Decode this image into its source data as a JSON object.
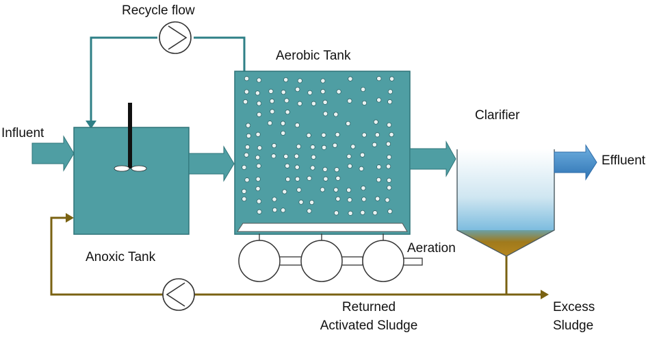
{
  "labels": {
    "recycle_flow": "Recycle flow",
    "aerobic_tank": "Aerobic Tank",
    "influent": "Influent",
    "clarifier": "Clarifier",
    "effluent": "Effluent",
    "anoxic_tank": "Anoxic Tank",
    "aeration": "Aeration",
    "returned_line1": "Returned",
    "returned_line2": "Activated Sludge",
    "excess_line1": "Excess",
    "excess_line2": "Sludge"
  },
  "colors": {
    "tank_fill": "#4f9ea3",
    "tank_stroke": "#2f7478",
    "recycle_line": "#2e7f86",
    "sludge_line": "#7a6212",
    "effluent_arrow": "#3d87c4",
    "sludge_layer": "#9c7418",
    "bubble": "#e8f2f2"
  },
  "icons": [
    "pump-icon",
    "mixer-icon",
    "blower-icon",
    "arrow-icon",
    "bubble-icon"
  ]
}
